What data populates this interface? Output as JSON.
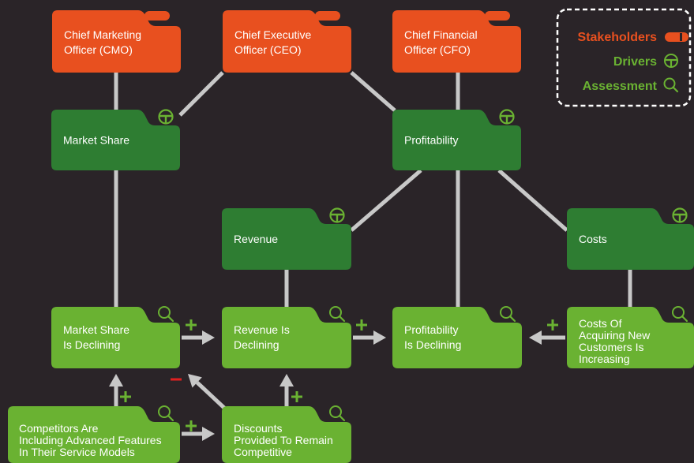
{
  "colors": {
    "background": "#2a2428",
    "stakeholder": "#e8501f",
    "driver": "#2e7d32",
    "assessment": "#6ab232",
    "connector": "#c8c8c8",
    "positive": "#6ab232",
    "negative": "#e02020",
    "legend_border": "#ffffff"
  },
  "legend": {
    "stakeholders_label": "Stakeholders",
    "drivers_label": "Drivers",
    "assessment_label": "Assessment"
  },
  "nodes": [
    {
      "id": "cmo",
      "type": "stakeholder",
      "icon": "toggle-icon",
      "lines": [
        "Chief Marketing",
        "Officer (CMO)"
      ]
    },
    {
      "id": "ceo",
      "type": "stakeholder",
      "icon": "toggle-icon",
      "lines": [
        "Chief Executive",
        "Officer (CEO)"
      ]
    },
    {
      "id": "cfo",
      "type": "stakeholder",
      "icon": "toggle-icon",
      "lines": [
        "Chief Financial",
        "Officer (CFO)"
      ]
    },
    {
      "id": "market_share",
      "type": "driver",
      "icon": "steering-wheel-icon",
      "lines": [
        "Market Share"
      ]
    },
    {
      "id": "profitability",
      "type": "driver",
      "icon": "steering-wheel-icon",
      "lines": [
        "Profitability"
      ]
    },
    {
      "id": "revenue",
      "type": "driver",
      "icon": "steering-wheel-icon",
      "lines": [
        "Revenue"
      ]
    },
    {
      "id": "costs",
      "type": "driver",
      "icon": "steering-wheel-icon",
      "lines": [
        "Costs"
      ]
    },
    {
      "id": "ms_declining",
      "type": "assessment",
      "icon": "magnifier-icon",
      "lines": [
        "Market Share",
        "Is Declining"
      ]
    },
    {
      "id": "rev_declining",
      "type": "assessment",
      "icon": "magnifier-icon",
      "lines": [
        "Revenue Is",
        "Declining"
      ]
    },
    {
      "id": "prof_declining",
      "type": "assessment",
      "icon": "magnifier-icon",
      "lines": [
        "Profitability",
        "Is Declining"
      ]
    },
    {
      "id": "costs_increasing",
      "type": "assessment",
      "icon": "magnifier-icon",
      "lines": [
        "Costs Of",
        "Acquiring New",
        "Customers Is",
        "Increasing"
      ]
    },
    {
      "id": "competitors",
      "type": "assessment",
      "icon": "magnifier-icon",
      "lines": [
        "Competitors Are",
        "Including Advanced Features",
        "In Their Service Models"
      ]
    },
    {
      "id": "discounts",
      "type": "assessment",
      "icon": "magnifier-icon",
      "lines": [
        "Discounts",
        "Provided To Remain",
        "Competitive"
      ]
    }
  ],
  "links": [
    {
      "from": "cmo",
      "to": "market_share"
    },
    {
      "from": "ceo",
      "to": "market_share"
    },
    {
      "from": "ceo",
      "to": "profitability"
    },
    {
      "from": "cfo",
      "to": "profitability"
    },
    {
      "from": "profitability",
      "to": "revenue"
    },
    {
      "from": "profitability",
      "to": "costs"
    },
    {
      "from": "profitability",
      "to": "prof_declining"
    },
    {
      "from": "market_share",
      "to": "ms_declining"
    },
    {
      "from": "revenue",
      "to": "rev_declining"
    },
    {
      "from": "costs",
      "to": "costs_increasing"
    }
  ],
  "influences": [
    {
      "from": "ms_declining",
      "to": "rev_declining",
      "sign": "+"
    },
    {
      "from": "rev_declining",
      "to": "prof_declining",
      "sign": "+"
    },
    {
      "from": "costs_increasing",
      "to": "prof_declining",
      "sign": "+"
    },
    {
      "from": "competitors",
      "to": "ms_declining",
      "sign": "+"
    },
    {
      "from": "competitors",
      "to": "discounts",
      "sign": "+"
    },
    {
      "from": "discounts",
      "to": "rev_declining",
      "sign": "+"
    },
    {
      "from": "discounts",
      "to": "ms_declining",
      "sign": "−"
    }
  ]
}
